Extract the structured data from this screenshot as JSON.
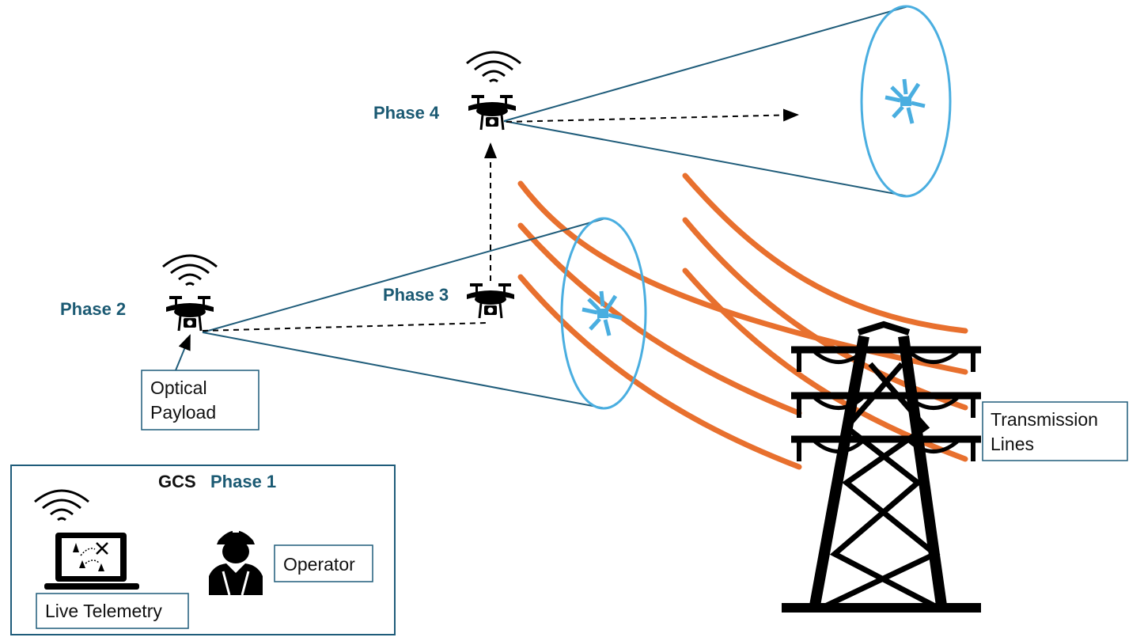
{
  "phases": {
    "phase1": "Phase 1",
    "phase2": "Phase 2",
    "phase3": "Phase 3",
    "phase4": "Phase 4"
  },
  "gcs": {
    "title": "GCS"
  },
  "labels": {
    "optical_payload_line1": "Optical",
    "optical_payload_line2": "Payload",
    "transmission_line1": "Transmission",
    "transmission_line2": "Lines",
    "operator": "Operator",
    "live_telemetry": "Live Telemetry"
  },
  "colors": {
    "phase_text": "#1b5a73",
    "cone_outline": "#1f5c7a",
    "ellipse": "#4aaee0",
    "power_lines": "#e8702e",
    "box_border": "#1f5c7a"
  }
}
